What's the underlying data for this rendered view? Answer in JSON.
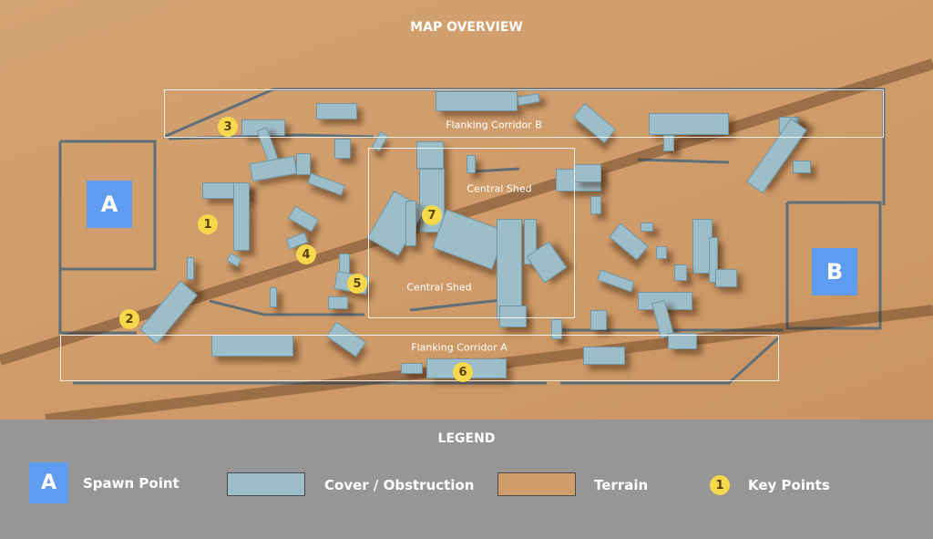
{
  "map": {
    "title": "MAP OVERVIEW",
    "spawns": [
      {
        "label": "A"
      },
      {
        "label": "B"
      }
    ],
    "regions": [
      {
        "label": "Flanking Corridor B"
      },
      {
        "label": "Central Shed"
      },
      {
        "label": "Central Shed"
      },
      {
        "label": "Flanking Corridor A"
      }
    ],
    "key_points": [
      "1",
      "2",
      "3",
      "4",
      "5",
      "6",
      "7"
    ]
  },
  "legend": {
    "title": "LEGEND",
    "spawn_icon": "A",
    "spawn_label": "Spawn Point",
    "cover_label": "Cover / Obstruction",
    "terrain_label": "Terrain",
    "key_icon": "1",
    "key_label": "Key Points",
    "colors": {
      "spawn": "#5f9cf0",
      "cover": "#9dbdc8",
      "terrain": "#cf9c6c",
      "key": "#f7d84a"
    }
  }
}
